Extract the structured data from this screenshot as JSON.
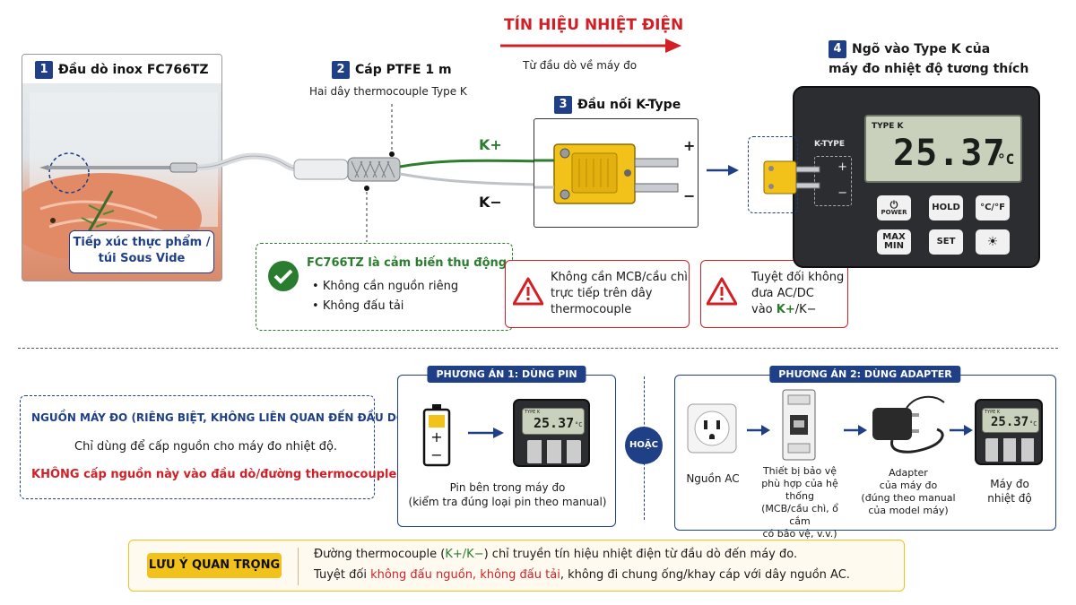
{
  "header": {
    "signal_title": "TÍN HIỆU NHIỆT ĐIỆN",
    "signal_sub": "Từ đầu dò về máy đo"
  },
  "steps": [
    {
      "num": "1",
      "title": "Đầu dò inox FC766TZ"
    },
    {
      "num": "2",
      "title": "Cáp PTFE 1 m",
      "sub": "Hai dây thermocouple Type K"
    },
    {
      "num": "3",
      "title": "Đầu nối K-Type"
    },
    {
      "num": "4",
      "title_line1": "Ngõ vào Type K của",
      "title_line2": "máy đo nhiệt độ tương thích"
    }
  ],
  "probe": {
    "contact_line1": "Tiếp xúc thực phẩm /",
    "contact_line2": "túi Sous Vide"
  },
  "passive": {
    "title": "FC766TZ là cảm biến thụ động",
    "bullets": [
      "Không cần nguồn riêng",
      "Không đấu tải"
    ]
  },
  "connector": {
    "kplus": "K+",
    "kminus": "K−",
    "plus": "+",
    "minus": "−"
  },
  "warnings": [
    {
      "line1": "Không cần MCB/cầu chì",
      "line2": "trực tiếp trên dây",
      "line3": "thermocouple"
    },
    {
      "line1": "Tuyệt đối không",
      "line2": "đưa AC/DC",
      "line3_pre": "vào ",
      "line3_k": "K+",
      "line3_post": "/K−"
    }
  ],
  "meter": {
    "input_label": "K-TYPE",
    "lcd_type": "TYPE K",
    "reading": "25.37",
    "unit": "°C",
    "buttons": {
      "power": "POWER",
      "hold": "HOLD",
      "cf": "°C/°F",
      "max": "MAX",
      "min": "MIN",
      "set": "SET"
    }
  },
  "power_source": {
    "title": "NGUỒN MÁY ĐO (RIÊNG BIỆT, KHÔNG LIÊN QUAN ĐẾN ĐẦU DÒ)",
    "desc": "Chỉ dùng để cấp nguồn cho máy đo nhiệt độ.",
    "warning": "KHÔNG cấp nguồn này vào đầu dò/đường thermocouple."
  },
  "option1": {
    "title": "PHƯƠNG ÁN 1: DÙNG PIN",
    "caption_line1": "Pin bên trong máy đo",
    "caption_line2": "(kiểm tra đúng loại pin theo manual)"
  },
  "or_label": "HOẶC",
  "option2": {
    "title": "PHƯƠNG ÁN 2: DÙNG ADAPTER",
    "ac": "Nguồn AC",
    "protect": [
      "Thiết bị bảo vệ",
      "phù hợp của hệ thống",
      "(MCB/cầu chì, ổ cắm",
      "có bảo vệ, v.v.)"
    ],
    "adapter": [
      "Adapter",
      "của máy đo",
      "(đúng theo manual",
      "của model máy)"
    ],
    "meter": [
      "Máy đo",
      "nhiệt độ"
    ]
  },
  "note": {
    "badge": "LƯU Ý QUAN TRỌNG",
    "line1_pre": "Đường thermocouple (",
    "line1_k": "K+/K−",
    "line1_post": ") chỉ truyền tín hiệu nhiệt điện từ đầu dò đến máy đo.",
    "line2_pre": "Tuyệt đối ",
    "line2_red": "không đấu nguồn, không đấu tải",
    "line2_post": ", không đi chung ống/khay cáp với dây nguồn AC."
  },
  "colors": {
    "navy": "#1f3f86",
    "red": "#d21f26",
    "green": "#2a7d2e",
    "yellow": "#f2c21b"
  }
}
